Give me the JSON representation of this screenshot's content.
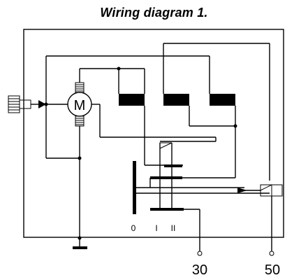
{
  "title": "Wiring diagram 1.",
  "motor": {
    "symbol": "M"
  },
  "switch": {
    "positions": [
      "0",
      "I",
      "II"
    ]
  },
  "terminals": {
    "left": "30",
    "right": "50"
  },
  "colors": {
    "line": "#000000",
    "background": "#ffffff"
  }
}
